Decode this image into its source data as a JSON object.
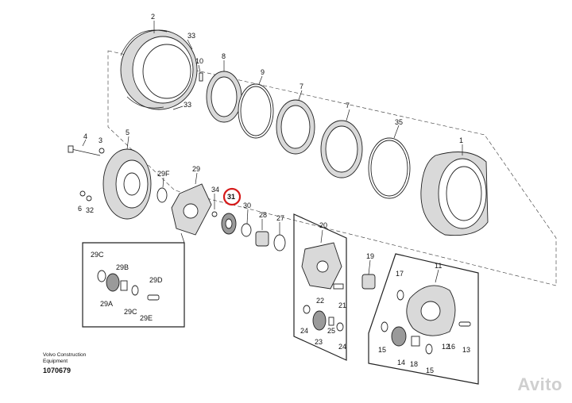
{
  "diagram": {
    "highlighted_part": "31",
    "accent_color": "#d61a1a"
  },
  "parts": {
    "p2": "2",
    "p33a": "33",
    "p10": "10",
    "p8": "8",
    "p33b": "33",
    "p9": "9",
    "p7a": "7",
    "p7b": "7",
    "p35": "35",
    "p3": "3",
    "p4": "4",
    "p5": "5",
    "p1": "1",
    "p29F": "29F",
    "p29": "29",
    "p34": "34",
    "p31": "31",
    "p30": "30",
    "p28": "28",
    "p27": "27",
    "p6": "6",
    "p32": "32",
    "p20": "20",
    "p19": "19",
    "p11": "11",
    "p17": "17",
    "p22": "22",
    "p21": "21",
    "p25": "25",
    "p24a": "24",
    "p23": "23",
    "p24b": "24",
    "p18": "18",
    "p16": "16",
    "p13": "13",
    "p15a": "15",
    "p14": "14",
    "p15b": "15",
    "p12": "12",
    "p29C_a": "29C",
    "p29B": "29B",
    "p29D": "29D",
    "p29A": "29A",
    "p29C_b": "29C",
    "p29E": "29E"
  },
  "footer": {
    "maker_line1": "Volvo Construction",
    "maker_line2": "Equipment",
    "drawing_number": "1070679"
  },
  "watermark": "Avito"
}
